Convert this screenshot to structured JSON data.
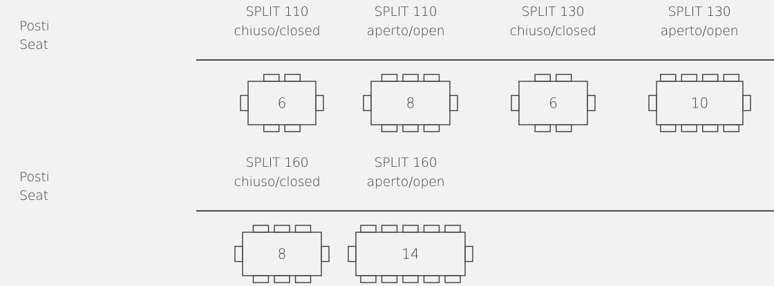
{
  "rows": [
    {
      "seat_label": [
        "Posti",
        "Seat"
      ],
      "models": [
        {
          "name": "SPLIT 110",
          "state": "chiuso/closed",
          "seats": 6,
          "chairs_per_side": 2
        },
        {
          "name": "SPLIT 110",
          "state": "aperto/open",
          "seats": 8,
          "chairs_per_side": 3
        },
        {
          "name": "SPLIT 130",
          "state": "chiuso/closed",
          "seats": 6,
          "chairs_per_side": 2
        },
        {
          "name": "SPLIT 130",
          "state": "aperto/open",
          "seats": 10,
          "chairs_per_side": 4
        }
      ]
    },
    {
      "seat_label": [
        "Posti",
        "Seat"
      ],
      "models": [
        {
          "name": "SPLIT 160",
          "state": "chiuso/closed",
          "seats": 8,
          "chairs_per_side": 3
        },
        {
          "name": "SPLIT 160",
          "state": "aperto/open",
          "seats": 14,
          "chairs_per_side": 5
        }
      ]
    }
  ],
  "colors": {
    "background": "#f2f2f2",
    "stroke": "#3c3c3c",
    "text": "#3c3c3c"
  }
}
